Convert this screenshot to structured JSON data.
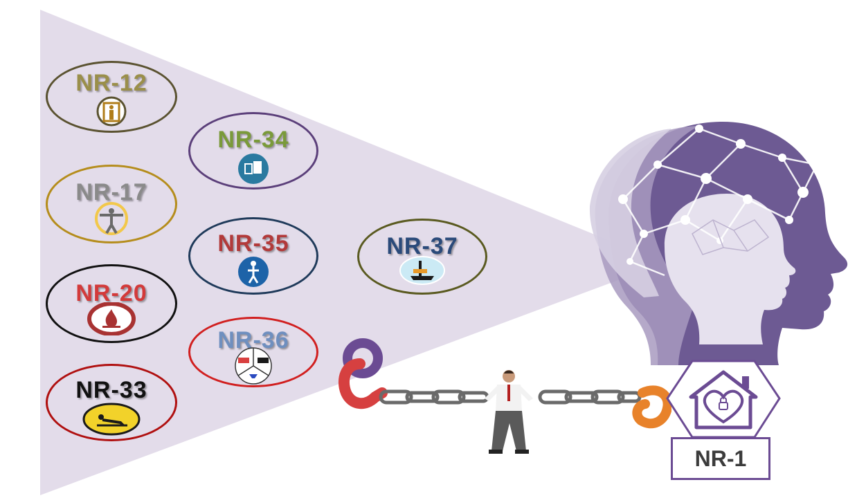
{
  "badges": [
    {
      "id": "nr12",
      "label": "NR-12",
      "ring": "#5a5230",
      "text": "#9a8f4a",
      "icon": "access-control-icon"
    },
    {
      "id": "nr34",
      "label": "NR-34",
      "ring": "#5b3f7a",
      "text": "#7a9a3a",
      "icon": "shipyard-icon"
    },
    {
      "id": "nr17",
      "label": "NR-17",
      "ring": "#b58d1c",
      "text": "#8a8a8a",
      "icon": "ergonomics-icon"
    },
    {
      "id": "nr35",
      "label": "NR-35",
      "ring": "#1f3a5a",
      "text": "#b23a3a",
      "icon": "height-work-icon"
    },
    {
      "id": "nr37",
      "label": "NR-37",
      "ring": "#5a5a20",
      "text": "#2a4a7a",
      "icon": "oil-platform-icon"
    },
    {
      "id": "nr20",
      "label": "NR-20",
      "ring": "#111111",
      "text": "#d33a3a",
      "icon": "flammables-icon"
    },
    {
      "id": "nr36",
      "label": "NR-36",
      "ring": "#d11f1f",
      "text": "#6f8fbf",
      "icon": "slaughterhouse-icon"
    },
    {
      "id": "nr33",
      "label": "NR-33",
      "ring": "#b01010",
      "text": "#111111",
      "icon": "confined-space-icon"
    }
  ],
  "nr1": {
    "label": "NR-1",
    "icon": "house-heart-lock-icon"
  },
  "illustration": {
    "head_icon": "brain-network-head-icon",
    "person_icon": "man-pulling-chain-icon",
    "chain_icon": "chain-icon"
  },
  "colors": {
    "beam": "#e3dcea",
    "head_dark": "#6d5a93",
    "head_light": "#cfc6dc",
    "nr1_frame": "#6b4b93"
  }
}
